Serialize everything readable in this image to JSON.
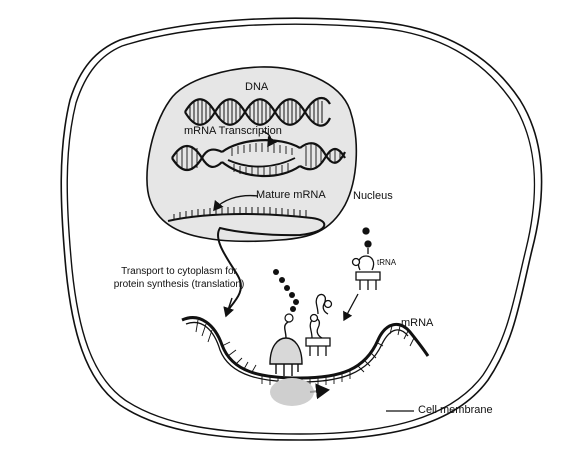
{
  "labels": {
    "dna": "DNA",
    "mrna_transcription": "mRNA Transcription",
    "mature_mrna": "Mature mRNA",
    "nucleus": "Nucleus",
    "transport_line1": "Transport to cytoplasm for",
    "transport_line2": "protein synthesis (translation)",
    "trna": "tRNA",
    "mrna": "mRNA",
    "cell_membrane": "Cell membrane"
  },
  "colors": {
    "nucleus_fill": "#e6e6e6",
    "outline": "#111111",
    "ribosome_fill": "#d8d8d8",
    "ghost_ribosome": "#cfcfcf"
  }
}
